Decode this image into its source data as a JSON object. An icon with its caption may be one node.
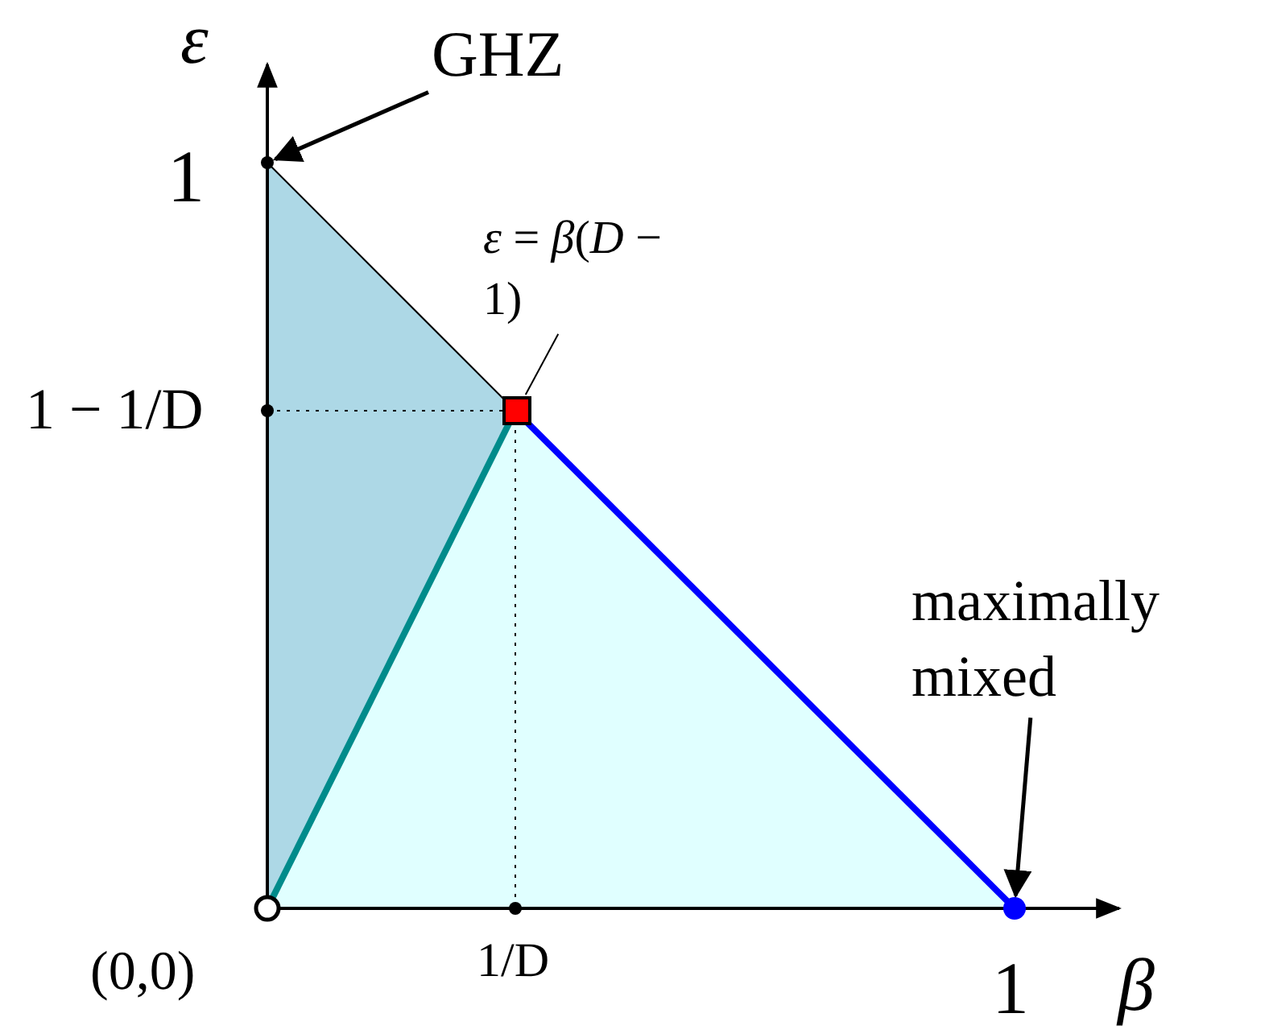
{
  "diagram": {
    "nodes": [
      {
        "text": [
          "GHZ"
        ]
      },
      {
        "text": [],
        "shape": "circle"
      },
      {
        "text": [
          "*ε* = *β*(*D* − 1)"
        ]
      },
      {
        "text": [],
        "shape": "box"
      },
      {
        "text": [
          "maximally mixed"
        ]
      },
      {
        "text": [],
        "shape": "circle"
      }
    ],
    "edges": [
      {
        "from": 0,
        "to": 1,
        "arrow": "to"
      },
      {
        "from": 2,
        "to": 3,
        "arrow": "none"
      },
      {
        "from": 4,
        "to": 5,
        "arrow": "to"
      }
    ],
    "labels": [
      "ε",
      "1",
      "1 − 1/D",
      "(0,0)",
      "1/D",
      "1",
      "β"
    ]
  }
}
